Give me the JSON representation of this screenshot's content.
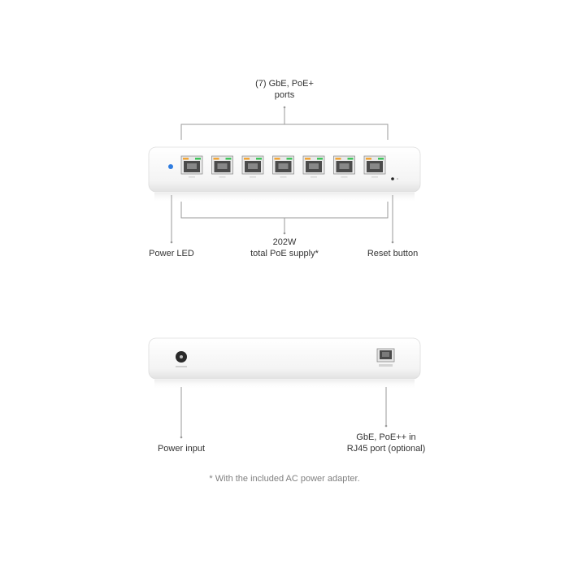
{
  "labels": {
    "ports_line1": "(7) GbE, PoE+",
    "ports_line2": "ports",
    "power_led": "Power LED",
    "poe_supply_line1": "202W",
    "poe_supply_line2": "total PoE supply*",
    "reset_button": "Reset button",
    "power_input": "Power input",
    "uplink_line1": "GbE, PoE++ in",
    "uplink_line2": "RJ45 port (optional)"
  },
  "footnote": "* With the included AC power adapter.",
  "front_port_count": 7,
  "colors": {
    "device_body": "#f7f7f7",
    "leader_line": "#9a9a9a",
    "port_led_green": "#3ec35a",
    "port_led_amber": "#f0a436",
    "power_led": "#2f7de0"
  }
}
